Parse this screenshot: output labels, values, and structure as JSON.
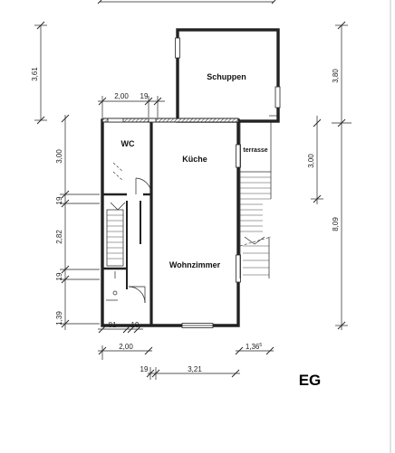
{
  "drawing": {
    "floor_label": "EG",
    "rooms": {
      "schuppen": "Schuppen",
      "wc": "WC",
      "kueche": "Küche",
      "terrasse": "terrasse",
      "wohnzimmer": "Wohnzimmer"
    },
    "dimensions": {
      "left_361": "3,61",
      "top_200": "2,00",
      "top_19": "19",
      "left_300": "3,00",
      "left_19a": "19",
      "left_282": "2,82",
      "left_19b": "19",
      "left_139": "1,39",
      "bottom_81": "81",
      "bottom_19a": "19",
      "bottom_200": "2,00",
      "bottom_136": "1,36",
      "bottom_136_sup": "5",
      "bottom_19b": "19",
      "bottom_321": "3,21",
      "right_380": "3,80",
      "right_300": "3,00",
      "right_809": "8,09"
    }
  }
}
